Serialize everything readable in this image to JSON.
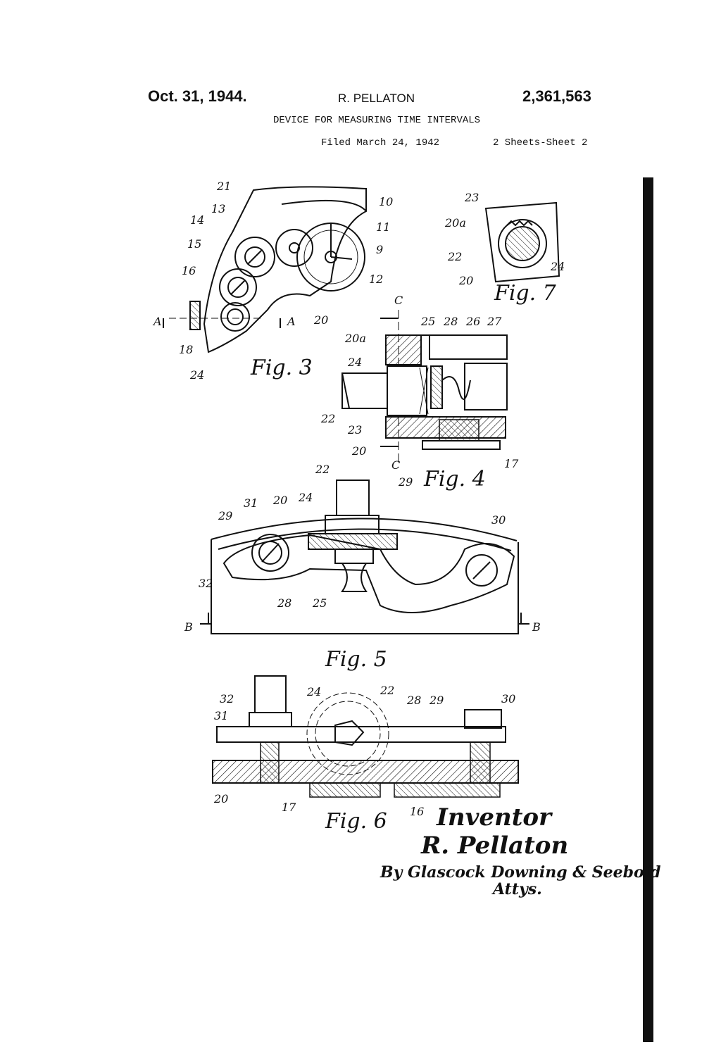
{
  "header": {
    "date": "Oct. 31, 1944.",
    "inventor_name": "R. PELLATON",
    "patent_number": "2,361,563",
    "title": "DEVICE FOR MEASURING TIME INTERVALS",
    "filed": "Filed March 24, 1942",
    "sheets": "2 Sheets-Sheet 2"
  },
  "figures": {
    "fig3": {
      "caption": "Fig. 3",
      "labels": [
        "21",
        "13",
        "14",
        "15",
        "16",
        "10",
        "11",
        "9",
        "12",
        "A",
        "A",
        "18",
        "24",
        "20"
      ]
    },
    "fig7": {
      "caption": "Fig. 7",
      "labels": [
        "23",
        "20a",
        "22",
        "20",
        "24"
      ]
    },
    "fig4": {
      "caption": "Fig. 4",
      "labels": [
        "C",
        "C",
        "20a",
        "24",
        "22",
        "23",
        "20",
        "25",
        "28",
        "26",
        "27",
        "29",
        "17"
      ]
    },
    "fig5": {
      "caption": "Fig. 5",
      "labels": [
        "22",
        "31",
        "20",
        "24",
        "29",
        "30",
        "32",
        "28",
        "25",
        "B",
        "B"
      ]
    },
    "fig6": {
      "caption": "Fig. 6",
      "labels": [
        "32",
        "24",
        "22",
        "28",
        "29",
        "30",
        "31",
        "20",
        "17",
        "16"
      ]
    }
  },
  "signature": {
    "inventor_word": "Inventor",
    "inventor_sig": "R. Pellaton",
    "attorney": "By Glascock Downing & Seebold",
    "atty": "Attys."
  }
}
